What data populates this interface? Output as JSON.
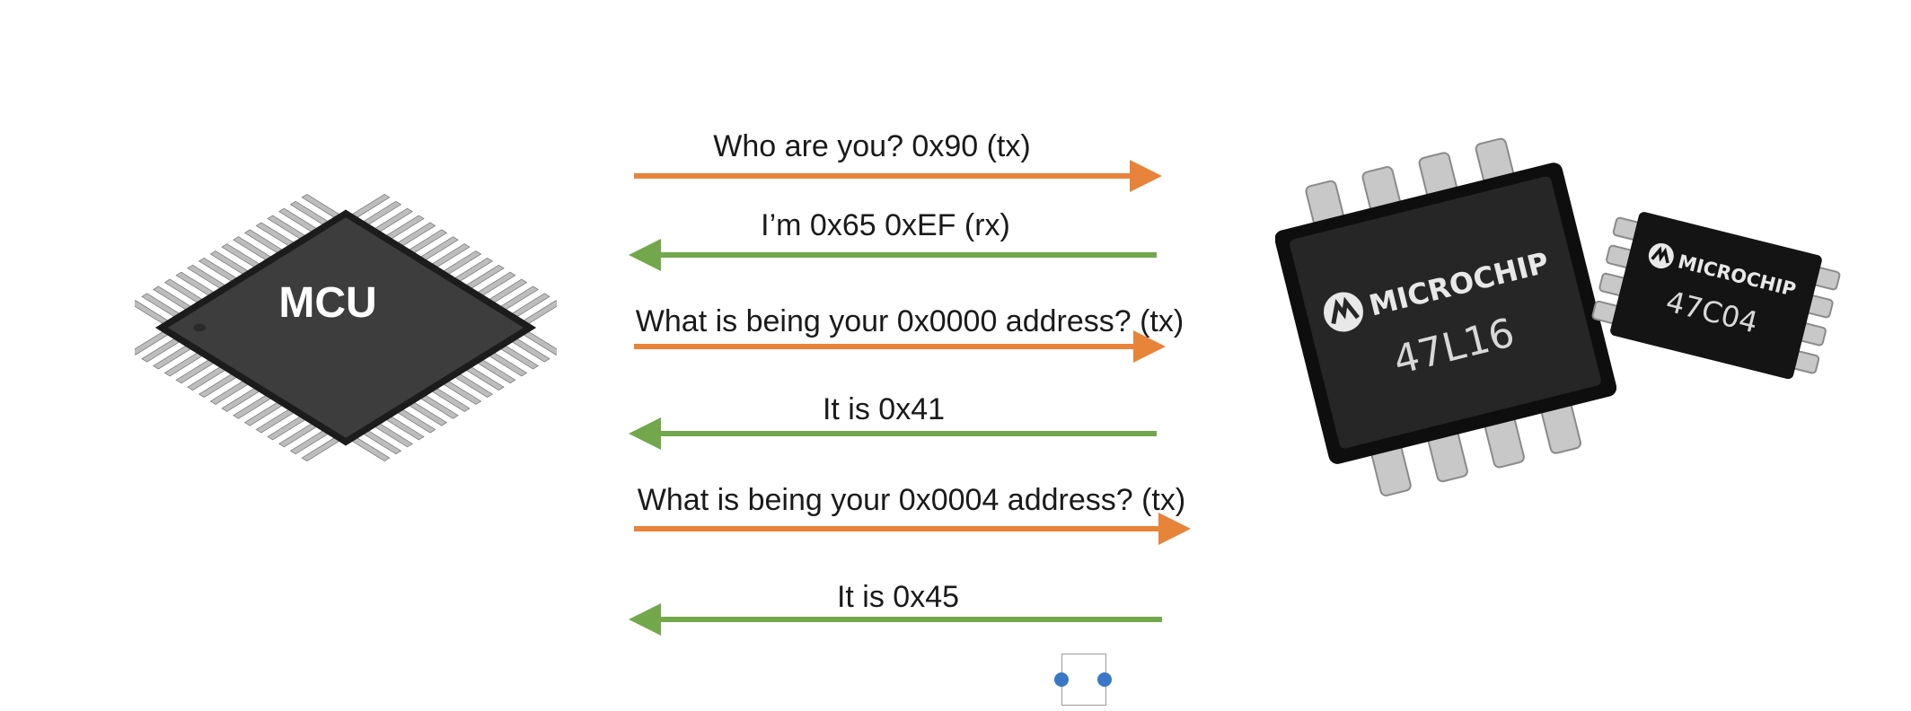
{
  "mcu": {
    "label": "MCU"
  },
  "eeprom_large": {
    "brand": "MICROCHIP",
    "part": "47L16"
  },
  "eeprom_small": {
    "brand": "MICROCHIP",
    "part": "47C04"
  },
  "messages": [
    {
      "text": "Who are you? 0x90 (tx)",
      "direction": "to-eeprom",
      "color": "#e8833a"
    },
    {
      "text": "I’m 0x65 0xEF (rx)",
      "direction": "to-mcu",
      "color": "#72a84b"
    },
    {
      "text": "What is being your 0x0000 address? (tx)",
      "direction": "to-eeprom",
      "color": "#e8833a"
    },
    {
      "text": "It is 0x41",
      "direction": "to-mcu",
      "color": "#72a84b"
    },
    {
      "text": "What is being your 0x0004 address? (tx)",
      "direction": "to-eeprom",
      "color": "#e8833a"
    },
    {
      "text": "It is 0x45",
      "direction": "to-mcu",
      "color": "#72a84b"
    }
  ],
  "colors": {
    "tx": "#e8833a",
    "rx": "#72a84b",
    "handle": "#3a77c7"
  }
}
